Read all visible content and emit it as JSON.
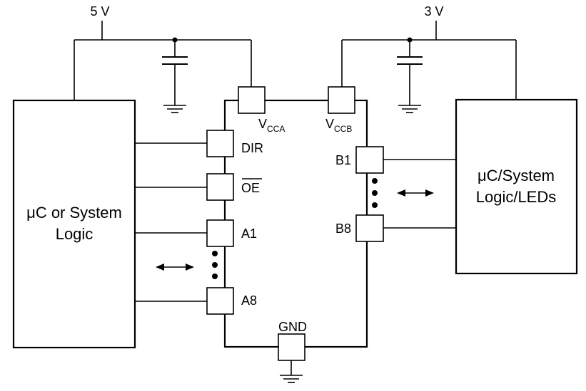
{
  "supplies": {
    "left": "5 V",
    "right": "3 V"
  },
  "blocks": {
    "left": {
      "line1": "μC or System",
      "line2": "Logic"
    },
    "right": {
      "line1": "μC/System",
      "line2": "Logic/LEDs"
    }
  },
  "pins": {
    "vcca": {
      "main": "V",
      "sub": "CCA"
    },
    "vccb": {
      "main": "V",
      "sub": "CCB"
    },
    "dir": "DIR",
    "oe": "OE",
    "a1": "A1",
    "a8": "A8",
    "b1": "B1",
    "b8": "B8",
    "gnd": "GND"
  }
}
